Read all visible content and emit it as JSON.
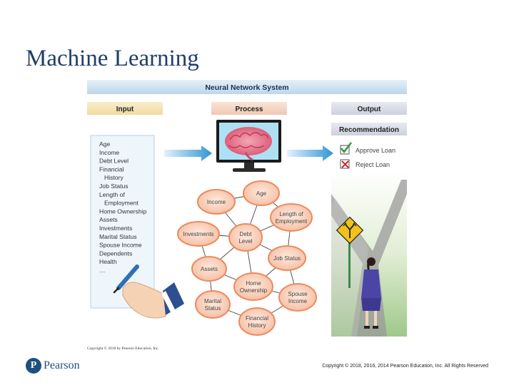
{
  "slide": {
    "title": "Machine Learning",
    "footer_copyright": "Copyright © 2018, 2016, 2014 Pearson Education, Inc. All Rights Reserved",
    "logo_text": "Pearson",
    "logo_letter": "P"
  },
  "diagram": {
    "banner": "Neural Network System",
    "headers": {
      "input": "Input",
      "process": "Process",
      "output": "Output"
    },
    "recommendation": "Recommendation",
    "options": {
      "approve": "Approve Loan",
      "reject": "Reject Loan"
    },
    "input_list": [
      "Age",
      "Income",
      "Debt Level",
      "Financial",
      "History",
      "Job Status",
      "Length of",
      "Employment",
      "Home Ownership",
      "Assets",
      "Investments",
      "Marital Status",
      "Spouse Income",
      "Dependents",
      "Health",
      "…"
    ],
    "nodes": {
      "age": "Age",
      "income": "Income",
      "length_1": "Length of",
      "length_2": "Employment",
      "investments": "Investments",
      "debt_1": "Debt",
      "debt_2": "Level",
      "job_status": "Job Status",
      "assets": "Assets",
      "home_1": "Home",
      "home_2": "Ownership",
      "spouse_1": "Spouse",
      "spouse_2": "Income",
      "marital_1": "Marital",
      "marital_2": "Status",
      "financial_1": "Financial",
      "financial_2": "History"
    },
    "copyright": "Copyright © 2018 by Pearson Education, Inc.",
    "colors": {
      "banner": "#cfe3f2",
      "input_header": "#f6e4b6",
      "process_header": "#f3d6c5",
      "output_header": "#dcdfea",
      "node_fill": "#f8d4c0",
      "node_stroke": "#ec8a60",
      "arrow": "#3f9fd6"
    }
  }
}
